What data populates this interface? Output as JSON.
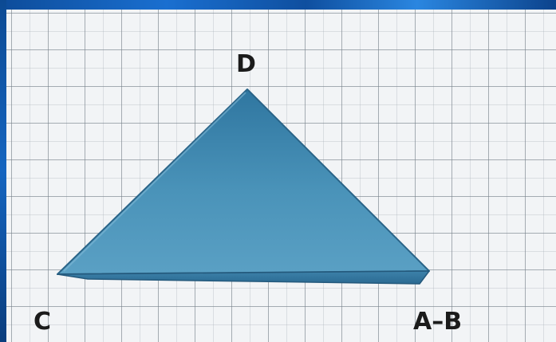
{
  "diagram": {
    "vertex_labels": {
      "apex": "D",
      "left": "C",
      "right": "A–B"
    },
    "colors": {
      "triangle_fill": "#3f86ad",
      "triangle_edge": "#2a6488",
      "grid_background": "#f2f4f6",
      "frame_accent": "#1565c0"
    }
  }
}
